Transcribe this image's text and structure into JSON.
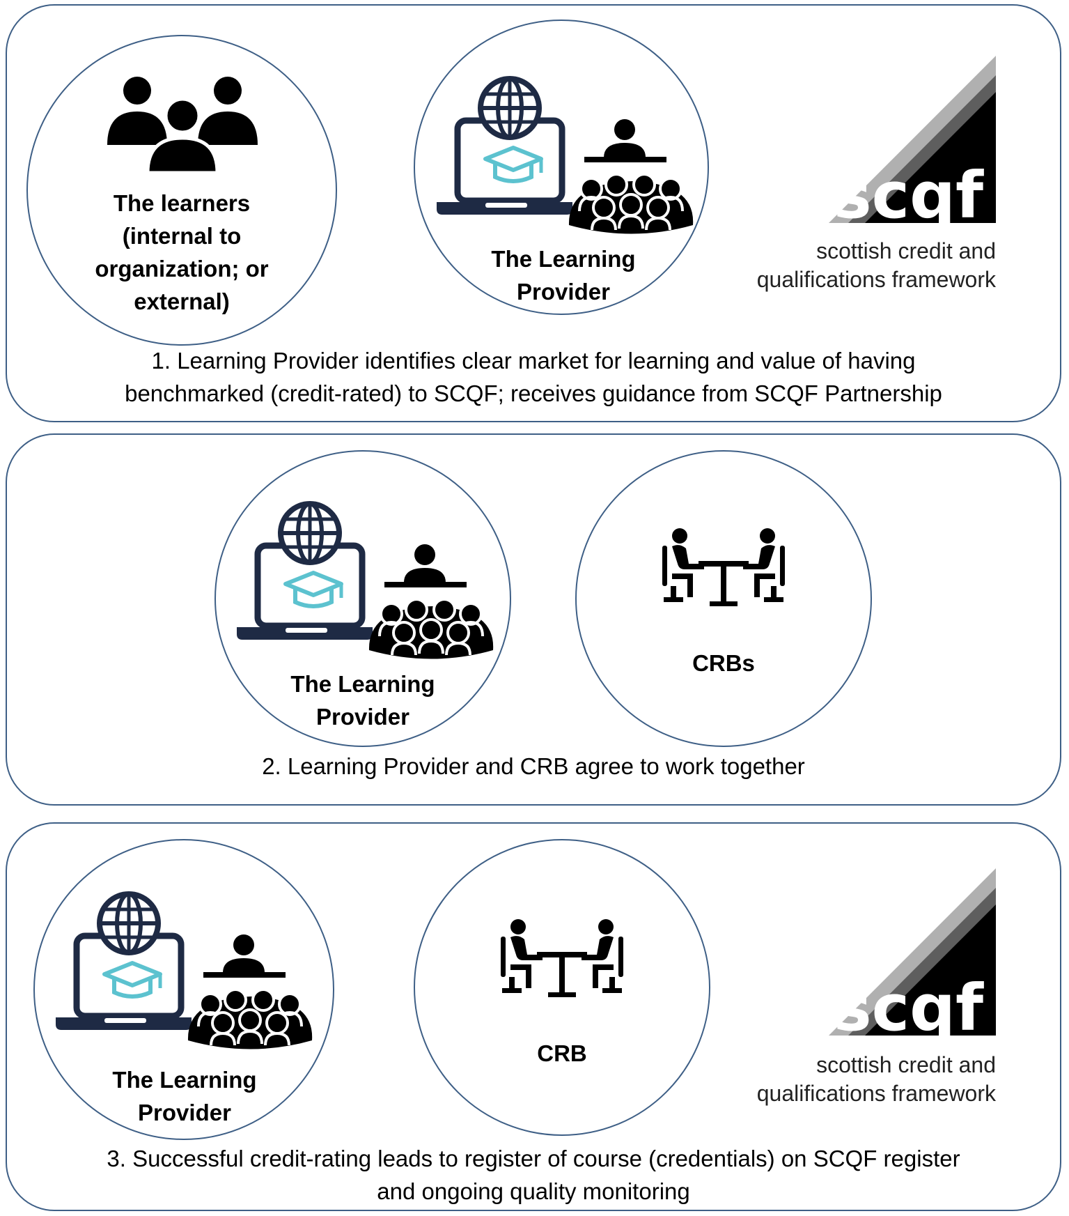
{
  "colors": {
    "border": "#3e5f86",
    "navy": "#1e2a44",
    "teal": "#5cc2cf",
    "logo_dark": "#000000",
    "logo_grey": "#b0b0b0"
  },
  "panel1": {
    "circle_learners": {
      "label_lines": [
        "The learners",
        "(internal to",
        "organization; or",
        "external)"
      ]
    },
    "circle_provider": {
      "label_lines": [
        "The Learning",
        "Provider"
      ]
    },
    "logo": {
      "wordmark": "scqf",
      "registered": "®",
      "tagline_lines": [
        "scottish credit and",
        "qualifications framework"
      ]
    },
    "caption_lines": [
      "1. Learning Provider identifies clear market for learning and value of having",
      "benchmarked (credit-rated) to SCQF; receives guidance from SCQF Partnership"
    ]
  },
  "panel2": {
    "circle_provider": {
      "label_lines": [
        "The Learning",
        "Provider"
      ]
    },
    "circle_crbs": {
      "label_lines": [
        "CRBs"
      ]
    },
    "caption_lines": [
      "2. Learning Provider and CRB agree to work together"
    ]
  },
  "panel3": {
    "circle_provider": {
      "label_lines": [
        "The Learning",
        "Provider"
      ]
    },
    "circle_crb": {
      "label_lines": [
        "CRB"
      ]
    },
    "logo": {
      "wordmark": "scqf",
      "registered": "®",
      "tagline_lines": [
        "scottish credit and",
        "qualifications framework"
      ]
    },
    "caption_lines": [
      "3. Successful credit-rating leads to register of course (credentials) on SCQF register",
      "and ongoing quality monitoring"
    ]
  },
  "icons": {
    "learners": "group-of-people-icon",
    "provider": "online-learning-provider-icon",
    "crb": "meeting-at-table-icon"
  }
}
